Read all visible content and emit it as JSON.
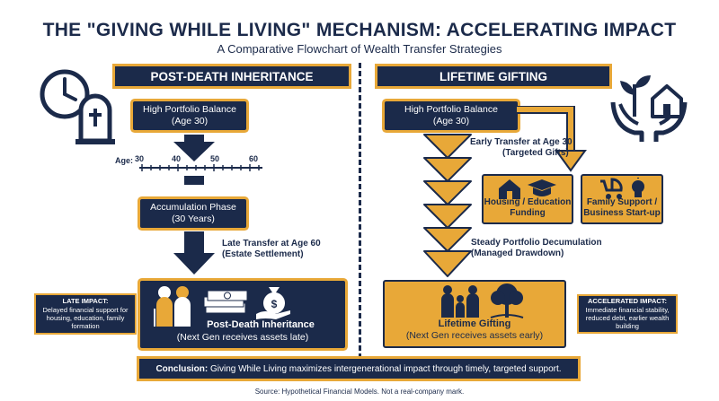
{
  "title": "THE \"GIVING WHILE LIVING\" MECHANISM: ACCELERATING IMPACT",
  "subtitle": "A Comparative Flowchart of Wealth Transfer Strategies",
  "left": {
    "header": "POST-DEATH INHERITANCE",
    "start_line1": "High Portfolio Balance",
    "start_line2": "(Age 30)",
    "age_label": "Age:",
    "ticks": [
      "30",
      "40",
      "50",
      "60"
    ],
    "accum_line1": "Accumulation Phase",
    "accum_line2": "(30 Years)",
    "transfer_line1": "Late Transfer at Age 60",
    "transfer_line2": "(Estate Settlement)",
    "outcome_title": "Post-Death Inheritance",
    "outcome_sub": "(Next Gen receives assets late)",
    "impact_title": "LATE IMPACT:",
    "impact_text": "Delayed financial support for housing, education, family formation"
  },
  "right": {
    "header": "LIFETIME GIFTING",
    "start_line1": "High Portfolio Balance",
    "start_line2": "(Age 30)",
    "early_line1": "Early Transfer at Age 30",
    "early_line2": "(Targeted Gifts)",
    "gift1_line1": "Housing / Education",
    "gift1_line2": "Funding",
    "gift2_line1": "Family Support /",
    "gift2_line2": "Business Start-up",
    "decum_line1": "Steady Portfolio Decumulation",
    "decum_line2": "(Managed Drawdown)",
    "outcome_title": "Lifetime Gifting",
    "outcome_sub": "(Next Gen receives assets early)",
    "impact_title": "ACCELERATED IMPACT:",
    "impact_text": "Immediate financial stability, reduced debt, earlier wealth building"
  },
  "conclusion_bold": "Conclusion:",
  "conclusion_text": " Giving While Living maximizes intergenerational impact through timely, targeted support.",
  "source": "Source: Hypothetical Financial Models. Not a real-company mark.",
  "colors": {
    "navy": "#1b2a4a",
    "gold": "#e8a838"
  },
  "icons": [
    "clock-icon",
    "tombstone-icon",
    "hands-house-plant-icon",
    "elderly-couple-icon",
    "money-stack-icon",
    "money-bag-hand-icon",
    "family-icon",
    "growth-tree-icon",
    "house-icon",
    "graduation-cap-icon",
    "stroller-icon",
    "lightbulb-icon"
  ]
}
